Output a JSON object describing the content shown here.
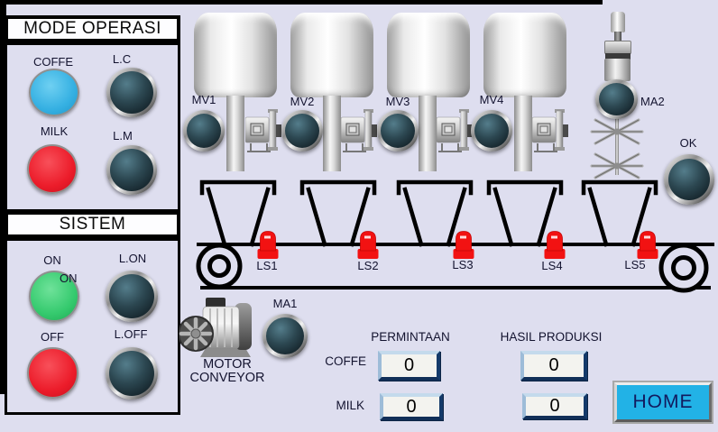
{
  "colors": {
    "background": "#dedeef",
    "accent_cyan": "#22b2e6",
    "button_blue": "#35b0e2",
    "button_red": "#ec1c2a",
    "button_green": "#35ca6e",
    "led_red": "#f21212",
    "indicator_off": "#2c4751"
  },
  "mode_panel": {
    "title": "MODE OPERASI",
    "coffe_button_label": "COFFE",
    "lc_indicator_label": "L.C",
    "milk_button_label": "MILK",
    "lm_indicator_label": "L.M"
  },
  "sistem_panel": {
    "title": "SISTEM",
    "on_button_label": "ON",
    "on_button_tag": "ON",
    "lon_indicator_label": "L.ON",
    "off_button_label": "OFF",
    "loff_indicator_label": "L.OFF"
  },
  "valves": [
    {
      "label": "MV1"
    },
    {
      "label": "MV2"
    },
    {
      "label": "MV3"
    },
    {
      "label": "MV4"
    }
  ],
  "mixer": {
    "indicator_label": "MA2"
  },
  "ok_indicator": {
    "label": "OK"
  },
  "conveyor": {
    "sensors": [
      {
        "label": "LS1"
      },
      {
        "label": "LS2"
      },
      {
        "label": "LS3"
      },
      {
        "label": "LS4"
      },
      {
        "label": "LS5"
      }
    ]
  },
  "motor": {
    "indicator_label": "MA1",
    "caption_line1": "MOTOR",
    "caption_line2": "CONVEYOR"
  },
  "production": {
    "permintaan": {
      "header": "PERMINTAAN",
      "coffe_label": "COFFE",
      "coffe_value": "0",
      "milk_label": "MILK",
      "milk_value": "0"
    },
    "hasil": {
      "header": "HASIL PRODUKSI",
      "coffe_value": "0",
      "milk_value": "0"
    }
  },
  "home_button": {
    "label": "HOME"
  }
}
